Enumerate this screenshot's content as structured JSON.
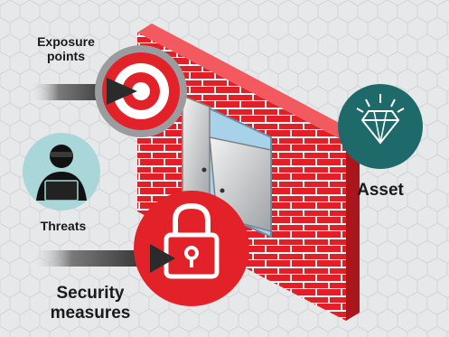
{
  "labels": {
    "exposure": "Exposure\npoints",
    "threats": "Threats",
    "security": "Security\nmeasures",
    "asset": "Asset"
  },
  "colors": {
    "red": "#e32128",
    "dark_red": "#b81c22",
    "teal": "#1e6a6a",
    "light_teal": "#a9d7d9",
    "background": "#e7e8ea",
    "gray_ring": "#8e9093",
    "arrow": "#2b2b2b",
    "window_blue": "#a8d2ea"
  },
  "icons": [
    "target-icon",
    "hacker-icon",
    "padlock-icon",
    "diamond-icon",
    "brick-wall",
    "open-window"
  ]
}
